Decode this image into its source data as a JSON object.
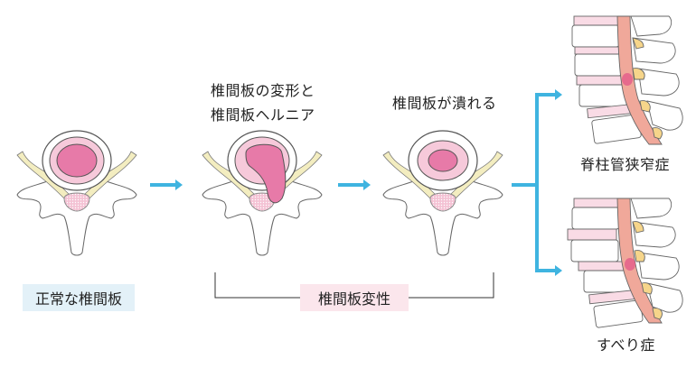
{
  "labels": {
    "deform_line1": "椎間板の変形と",
    "deform_line2": "椎間板ヘルニア",
    "collapse": "椎間板が潰れる",
    "stenosis": "脊柱管狭窄症",
    "spondylolisthesis": "すべり症",
    "normal_disc": "正常な椎間板",
    "degeneration": "椎間板変性"
  },
  "colors": {
    "arrow": "#3fb4e0",
    "normal_box": "#e3f1f8",
    "degeneration_box": "#fbe6ec",
    "nucleus": "#e77aa8",
    "annulus": "#f6c9da",
    "nerve": "#f3edc0",
    "cord": "#f0a89a",
    "facet": "#f6d58a"
  }
}
